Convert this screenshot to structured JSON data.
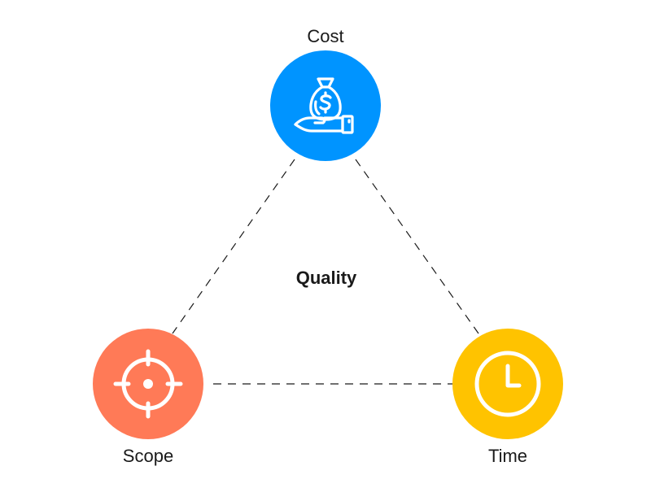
{
  "diagram": {
    "center_label": "Quality",
    "nodes": [
      {
        "id": "cost",
        "label": "Cost",
        "color": "#0094FF",
        "icon": "money-bag-hand-icon"
      },
      {
        "id": "scope",
        "label": "Scope",
        "color": "#FF7A57",
        "icon": "crosshair-target-icon"
      },
      {
        "id": "time",
        "label": "Time",
        "color": "#FFC300",
        "icon": "clock-icon"
      }
    ],
    "edges": [
      {
        "from": "cost",
        "to": "scope",
        "style": "dashed"
      },
      {
        "from": "cost",
        "to": "time",
        "style": "dashed"
      },
      {
        "from": "scope",
        "to": "time",
        "style": "dashed"
      }
    ]
  }
}
